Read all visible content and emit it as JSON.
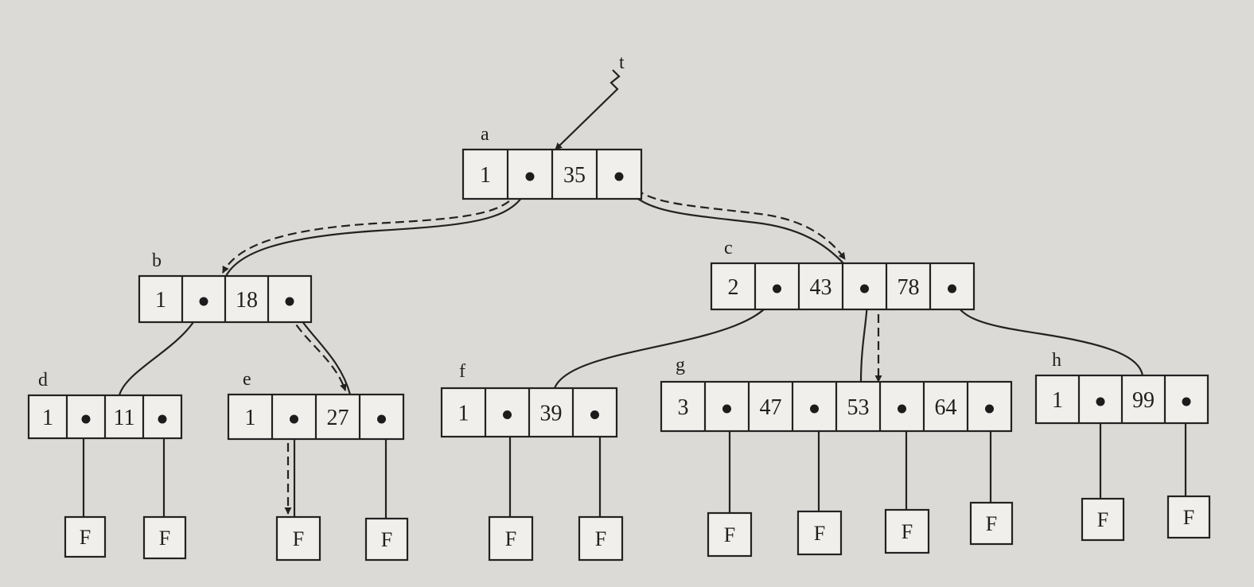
{
  "figure": {
    "root_pointer_label": "t",
    "nodes": [
      {
        "label": "a",
        "count": "1",
        "keys": [
          "35"
        ]
      },
      {
        "label": "b",
        "count": "1",
        "keys": [
          "18"
        ]
      },
      {
        "label": "c",
        "count": "2",
        "keys": [
          "43",
          "78"
        ]
      },
      {
        "label": "d",
        "count": "1",
        "keys": [
          "11"
        ]
      },
      {
        "label": "e",
        "count": "1",
        "keys": [
          "27"
        ]
      },
      {
        "label": "f",
        "count": "1",
        "keys": [
          "39"
        ]
      },
      {
        "label": "g",
        "count": "3",
        "keys": [
          "47",
          "53",
          "64"
        ]
      },
      {
        "label": "h",
        "count": "1",
        "keys": [
          "99"
        ]
      }
    ],
    "failure_leaf_label": "F",
    "colors": {
      "paper": "#dcdad6",
      "box_fill": "#f1efeb",
      "ink": "#222222"
    }
  }
}
